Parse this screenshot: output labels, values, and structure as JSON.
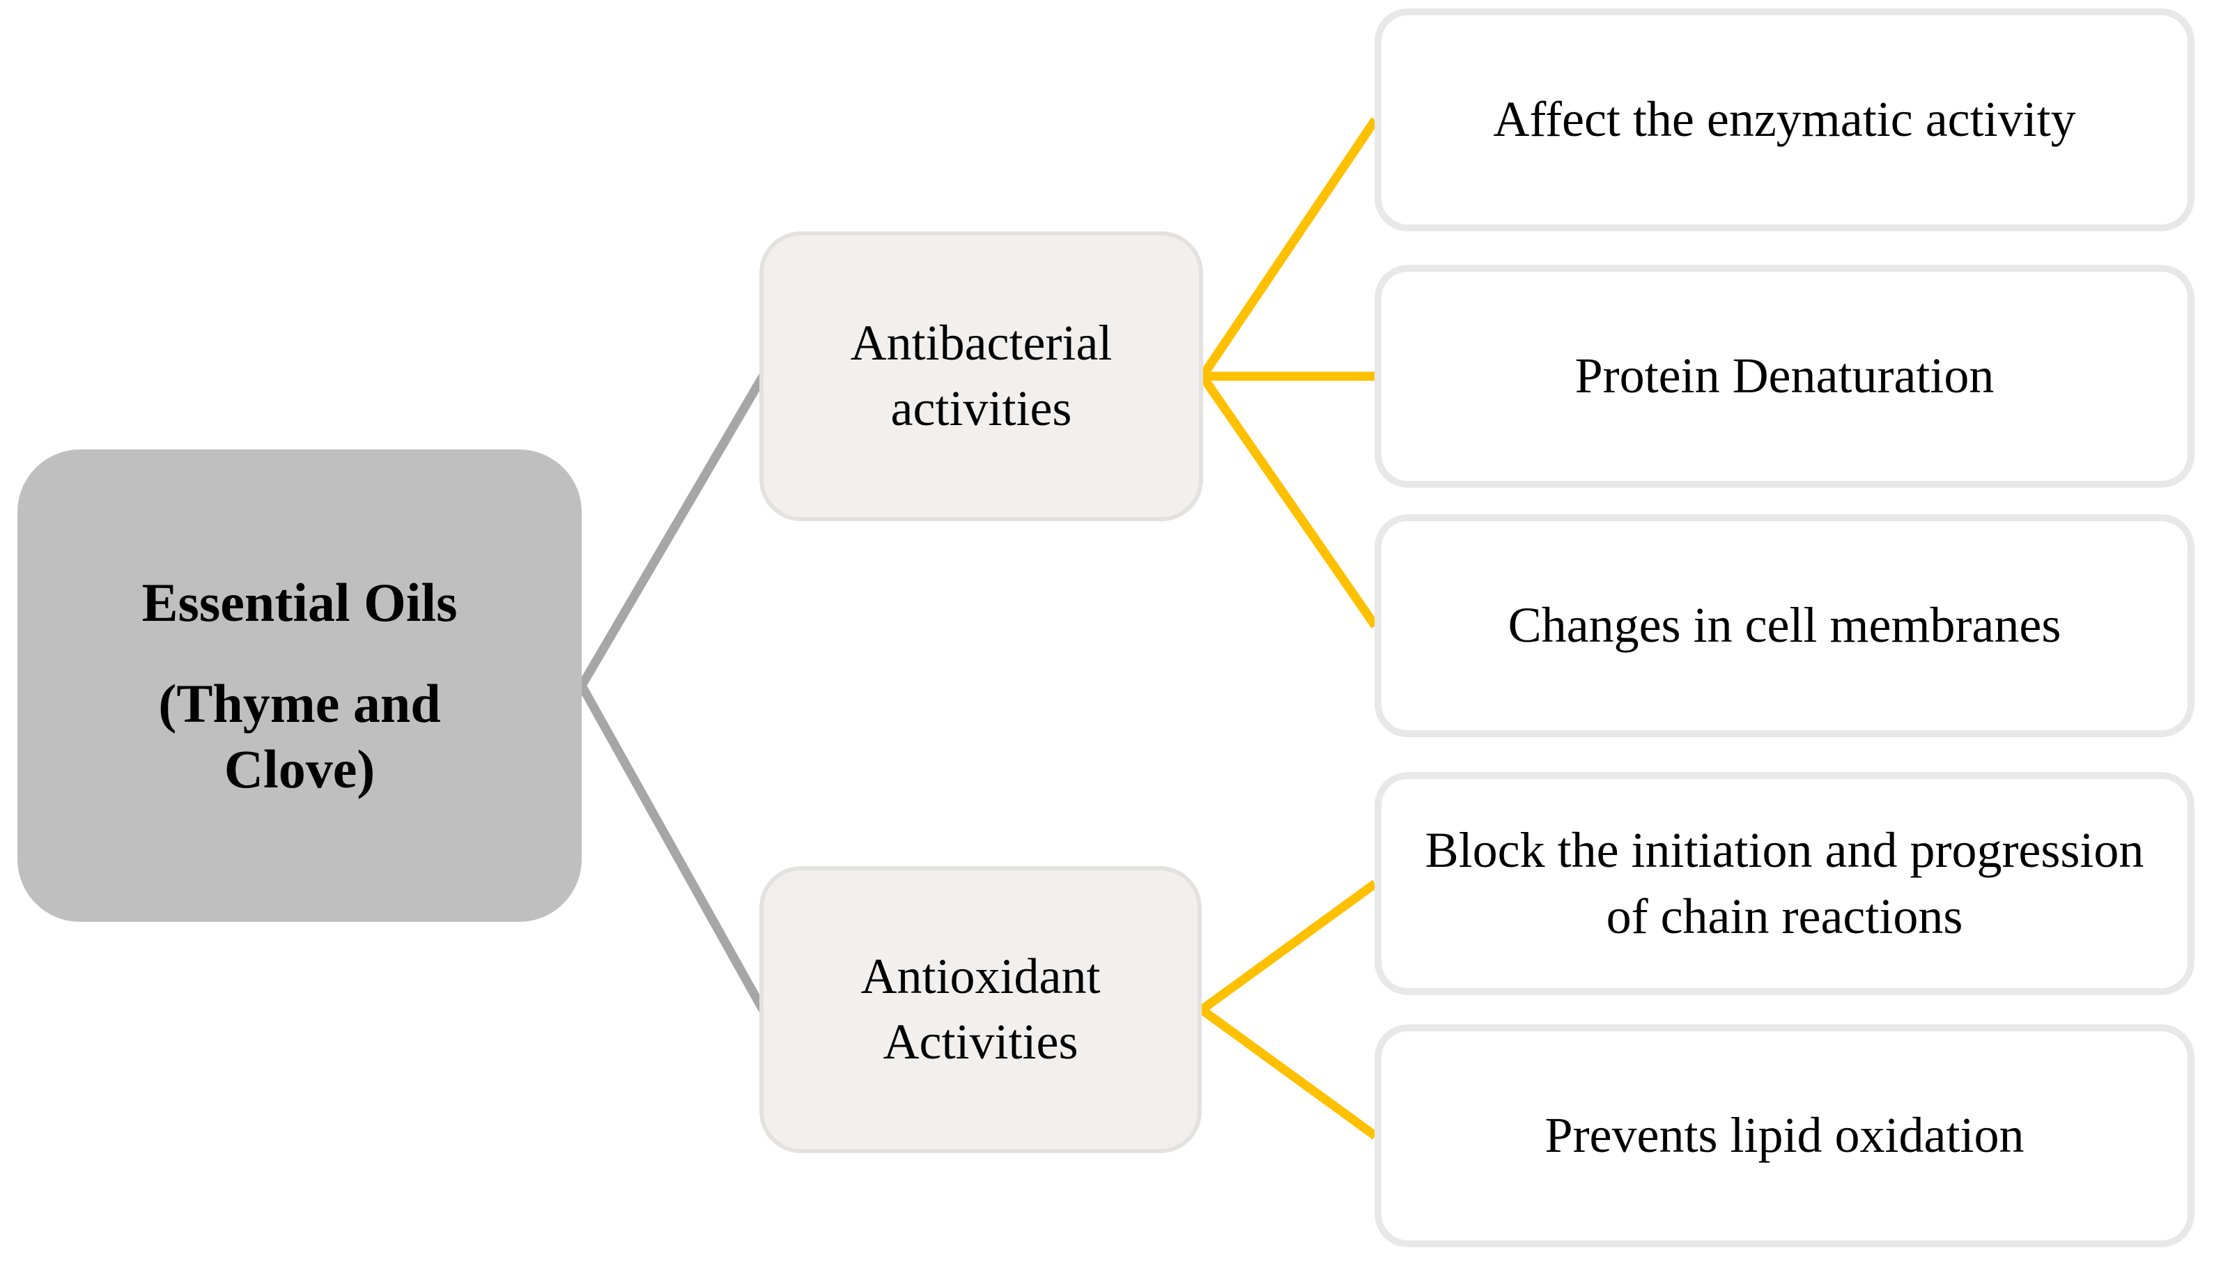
{
  "diagram": {
    "root": {
      "title": "Essential Oils",
      "subtitle": "(Thyme and Clove)"
    },
    "branches": [
      {
        "label": "Antibacterial activities",
        "children": [
          "Affect the enzymatic activity",
          "Protein Denaturation",
          "Changes in cell membranes"
        ]
      },
      {
        "label": "Antioxidant Activities",
        "children": [
          "Block the initiation and progression of chain reactions",
          "Prevents lipid oxidation"
        ]
      }
    ],
    "colors": {
      "root_fill": "#BFBFBF",
      "branch_fill": "#F1F0EF",
      "branch_border": "#E3E2E1",
      "leaf_fill": "#FFFFFF",
      "leaf_border": "#E8E8E8",
      "edge_gray": "#A6A6A6",
      "edge_yellow": "#FFC000",
      "text": "#000000",
      "background": "#FFFFFF"
    }
  }
}
